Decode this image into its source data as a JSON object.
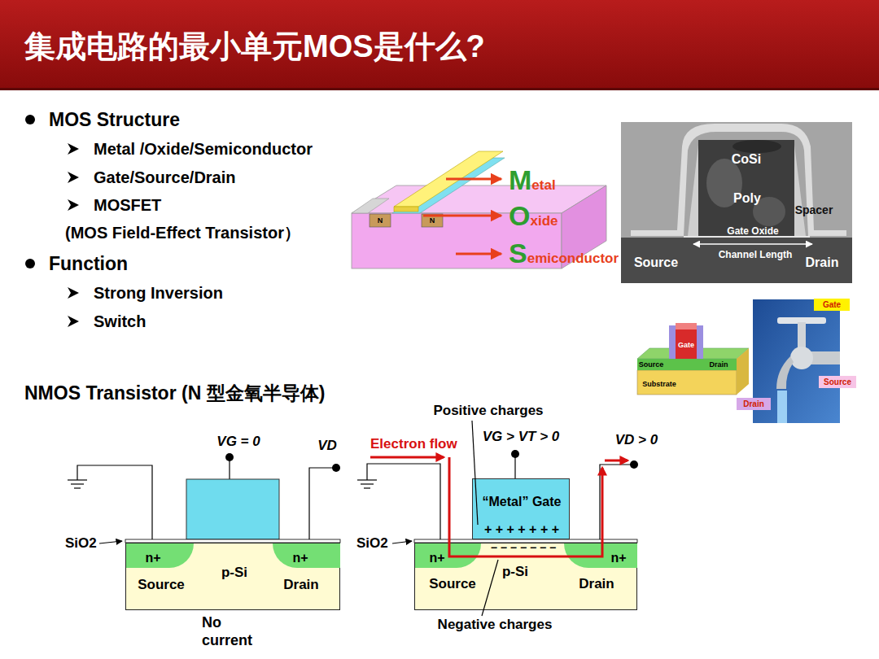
{
  "diagram": {
    "title": "集成电路的最小单元MOS是什么?",
    "nodes": [
      {
        "text": [
          "Gate"
        ]
      },
      {
        "text": [
          "Source"
        ]
      },
      {
        "text": [
          "Drain"
        ]
      },
      {
        "text": [
          "p-Si",
          "Source",
          "Drain"
        ]
      },
      {
        "text": [
          "n+"
        ],
        "in": 3
      },
      {
        "text": [
          "n+"
        ],
        "in": 3
      },
      {
        "text": [
          "“Metal” Gate",
          "+ + + + + + +"
        ]
      },
      {
        "text": [
          "p-Si",
          "Source",
          "Drain"
        ]
      },
      {
        "text": [
          "n+"
        ],
        "in": 7
      },
      {
        "text": [
          "n+"
        ],
        "in": 7
      }
    ],
    "labels": [
      "MOS Structure",
      "Metal /Oxide/Semiconductor",
      "Gate/Source/Drain",
      "MOSFET",
      "(MOS Field-Effect Transistor）",
      "Function",
      "Strong Inversion",
      "Switch",
      "N",
      "N",
      "Metal",
      "Oxide",
      "Semiconductor",
      "CoSi",
      "Poly",
      "Spacer",
      "Gate Oxide",
      "Channel Length",
      "Source",
      "Drain",
      "Gate",
      "Source",
      "Drain",
      "Substrate",
      "NMOS Transistor (N 型金氧半导体)",
      "VG = 0",
      "VD",
      "SiO2",
      "No current",
      "Positive charges",
      "Electron flow",
      "VG > VT > 0",
      "VD > 0",
      "SiO2",
      "− − − − − − −",
      "Negative charges"
    ]
  }
}
